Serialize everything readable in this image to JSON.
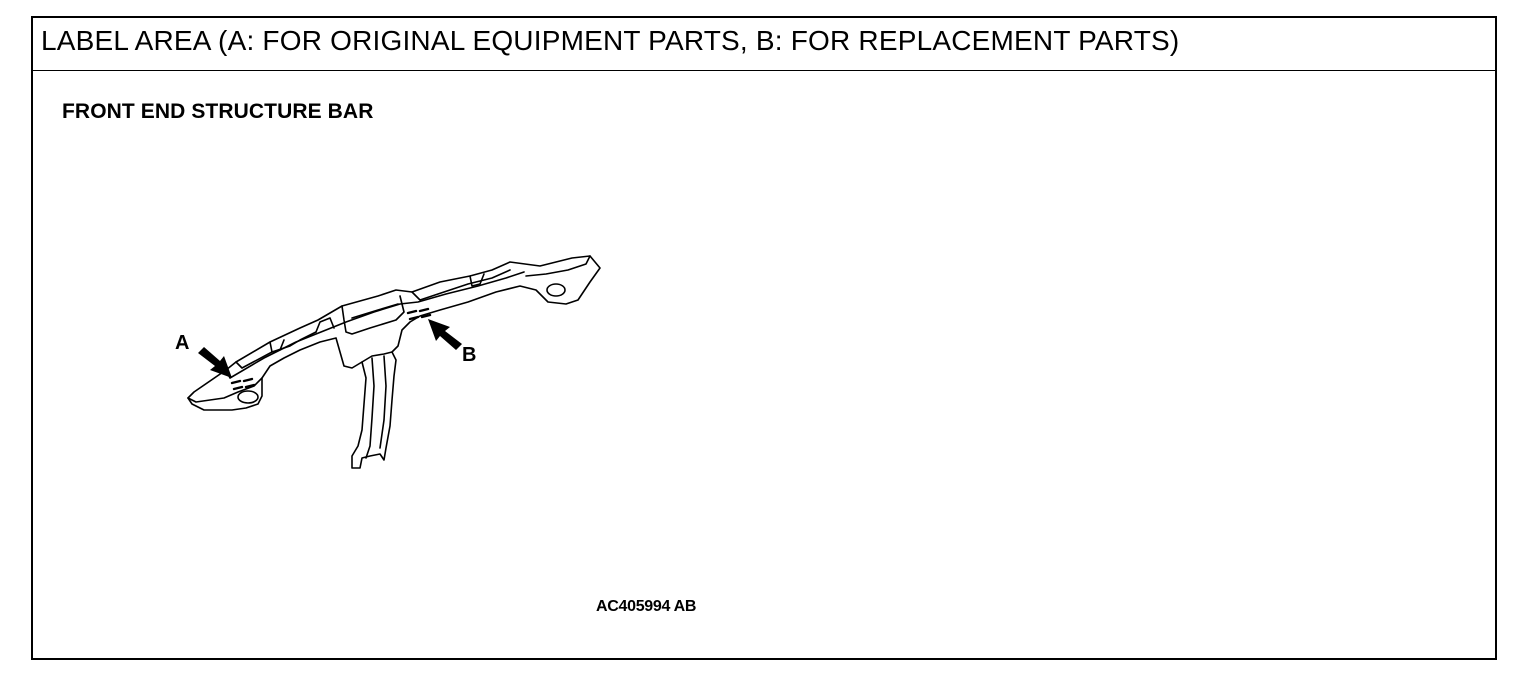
{
  "header": {
    "title": "LABEL AREA (A: FOR ORIGINAL EQUIPMENT PARTS, B: FOR REPLACEMENT PARTS)"
  },
  "part": {
    "name": "FRONT END STRUCTURE BAR"
  },
  "callouts": {
    "a": "A",
    "b": "B"
  },
  "figure": {
    "code": "AC405994 AB"
  }
}
